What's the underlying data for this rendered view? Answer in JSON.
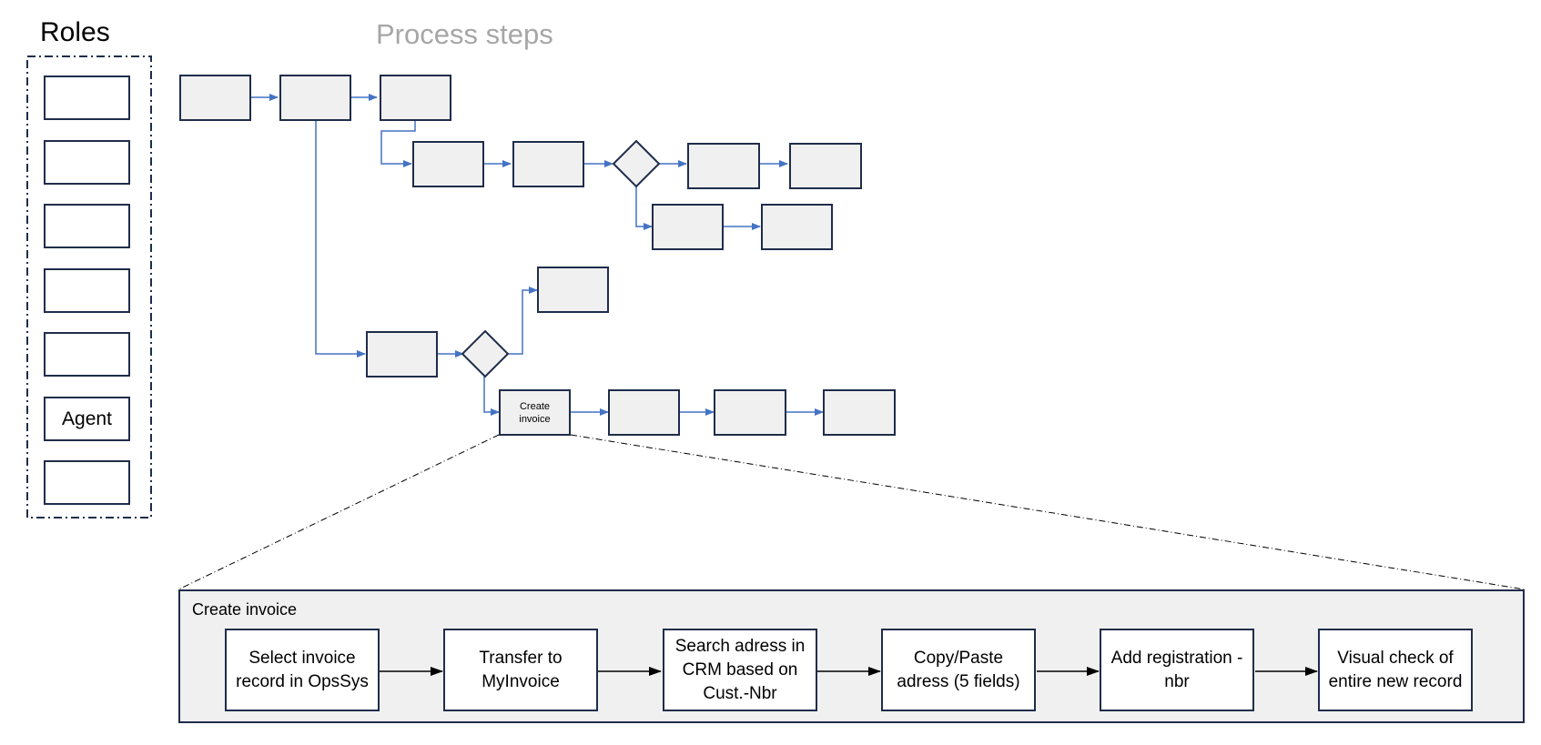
{
  "headers": {
    "roles": "Roles",
    "process_steps": "Process steps"
  },
  "roles": [
    "",
    "",
    "",
    "",
    "",
    "Agent",
    ""
  ],
  "process": {
    "highlighted_step": "Create invoice"
  },
  "detail": {
    "title": "Create invoice",
    "steps": [
      "Select invoice record in OpsSys",
      "Transfer to MyInvoice",
      "Search adress in CRM based on Cust.-Nbr",
      "Copy/Paste adress (5 fields)",
      "Add registration - nbr",
      "Visual check of entire new record"
    ]
  },
  "colors": {
    "box_border": "#1f2d4b",
    "box_fill": "#f0f0f0",
    "connector": "#4472c4",
    "subtitle": "#a6a6a6"
  }
}
